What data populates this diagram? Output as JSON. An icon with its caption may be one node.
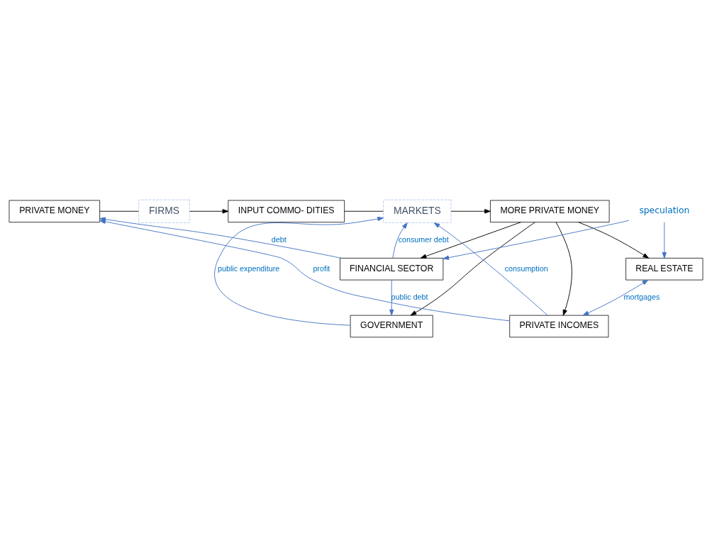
{
  "diagram": {
    "nodes": [
      {
        "text": [
          "PRIVATE MONEY"
        ]
      },
      {
        "text": [
          "FIRMS"
        ]
      },
      {
        "text": [
          "INPUT COMMO- DITIES"
        ]
      },
      {
        "text": [
          "MARKETS"
        ]
      },
      {
        "text": [
          "MORE PRIVATE MONEY"
        ]
      },
      {
        "text": [
          "PRIVATE INCOMES"
        ]
      },
      {
        "text": [
          "GOVERNMENT"
        ]
      },
      {
        "text": [
          "FINANCIAL SECTOR"
        ]
      },
      {
        "text": [
          "REAL ESTATE"
        ]
      },
      {
        "text": [
          "speculation"
        ]
      }
    ],
    "edges": [
      {
        "from": 0,
        "to": 1,
        "arrow": "none",
        "color": "#000000"
      },
      {
        "from": 1,
        "to": 2,
        "arrow": "to",
        "color": "#000000"
      },
      {
        "from": 2,
        "to": 3,
        "arrow": "none",
        "color": "#000000"
      },
      {
        "from": 3,
        "to": 4,
        "arrow": "to",
        "color": "#000000"
      },
      {
        "from": 4,
        "to": 5,
        "arrow": "to",
        "color": "#000000"
      },
      {
        "from": 4,
        "to": 6,
        "arrow": "to",
        "color": "#000000"
      },
      {
        "from": 4,
        "to": 7,
        "arrow": "to",
        "color": "#000000"
      },
      {
        "from": 4,
        "to": 8,
        "arrow": "to",
        "color": "#000000"
      },
      {
        "from": 5,
        "to": 0,
        "arrow": "to",
        "label": "profit"
      },
      {
        "from": 7,
        "to": 0,
        "arrow": "to",
        "label": "debt"
      },
      {
        "from": 6,
        "to": 3,
        "arrow": "to",
        "label": "public expenditure"
      },
      {
        "from": 7,
        "to": 6,
        "arrow": "to",
        "label": "public debt"
      },
      {
        "from": 5,
        "to": 3,
        "arrow": "to",
        "label": "consumption"
      },
      {
        "from": 7,
        "to": 3,
        "arrow": "to",
        "label": "consumer debt"
      },
      {
        "from": 8,
        "to": 5,
        "arrow": "both",
        "label": "mortgages"
      },
      {
        "from": 9,
        "to": 7,
        "arrow": "to"
      },
      {
        "from": 9,
        "to": 8,
        "arrow": "to"
      }
    ]
  }
}
